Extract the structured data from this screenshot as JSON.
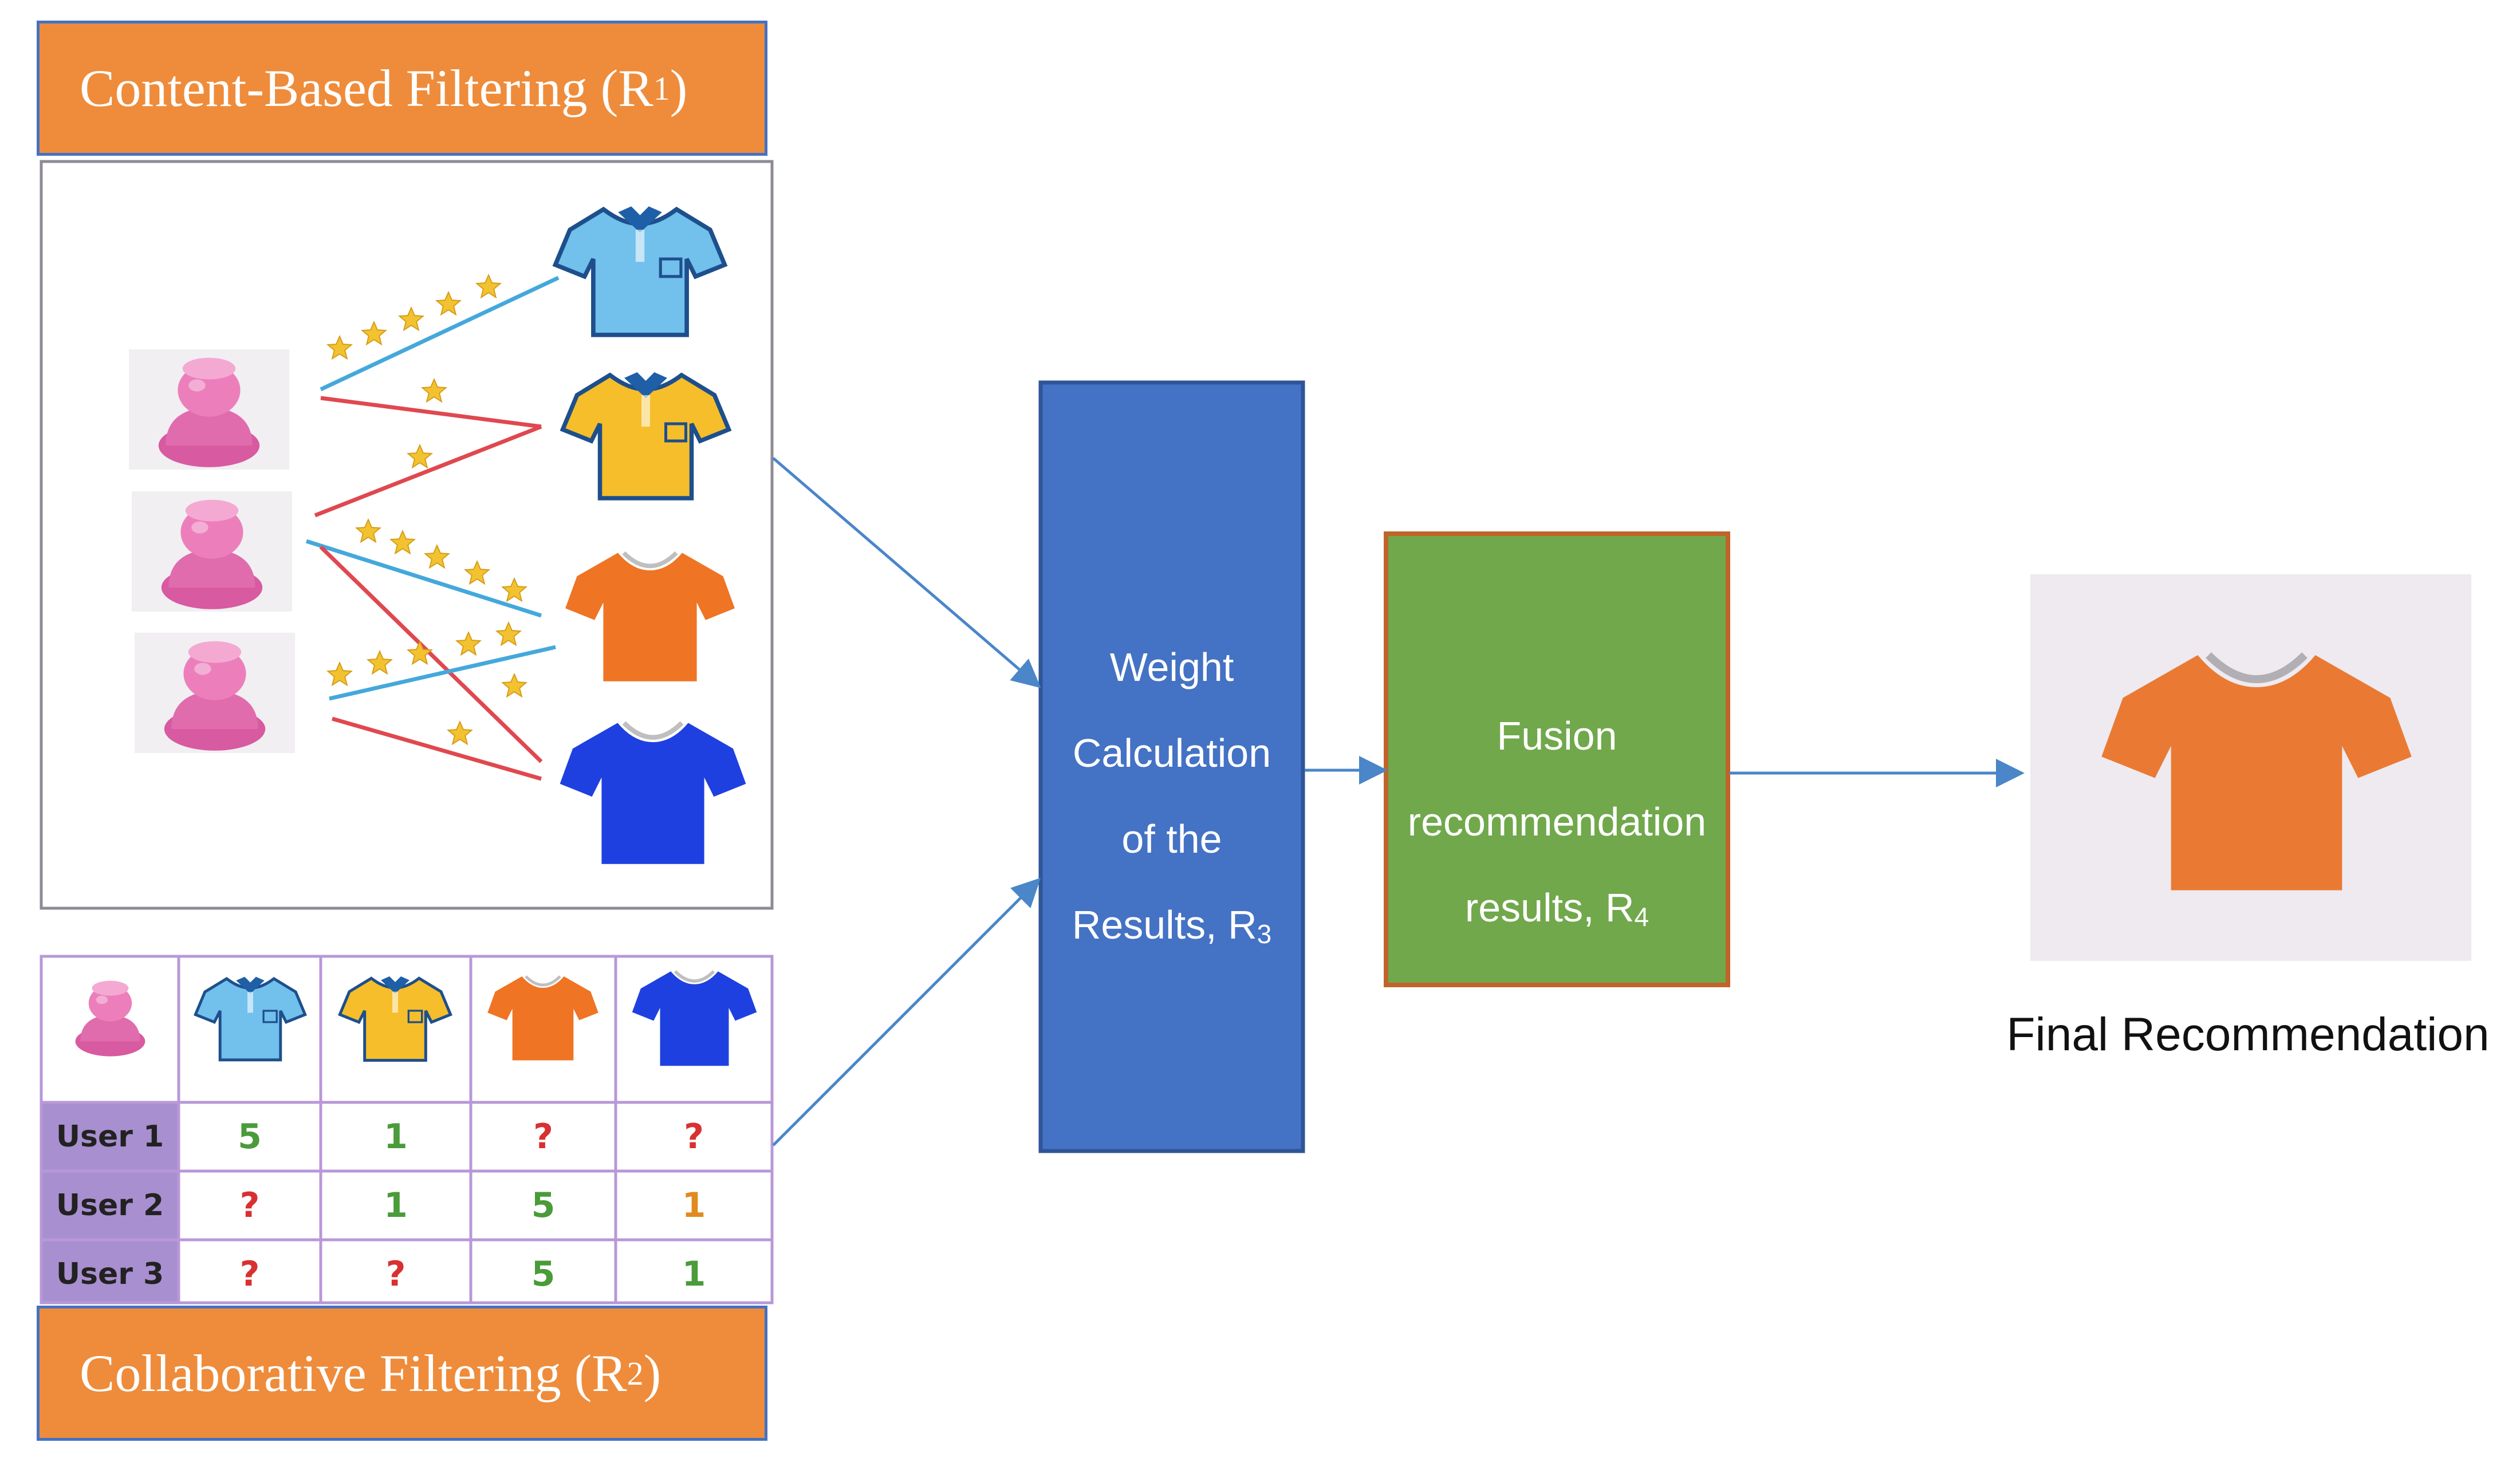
{
  "content_based": {
    "title": "Content-Based Filtering (R",
    "sub": "1",
    "close": ")"
  },
  "collaborative": {
    "title": "Collaborative Filtering (R",
    "sub": "2",
    "close": ")"
  },
  "weight_box": {
    "lines": [
      "Weight",
      "Calculation",
      "of the",
      "Results, R"
    ],
    "sub": "3"
  },
  "fusion_box": {
    "lines": [
      "Fusion",
      "recommendation",
      "results, R"
    ],
    "sub": "4"
  },
  "final_label": "Final Recommendation",
  "matrix": {
    "rows": [
      {
        "user": "User 1",
        "ratings": [
          "5",
          "1",
          "?",
          "?"
        ]
      },
      {
        "user": "User 2",
        "ratings": [
          "?",
          "1",
          "5",
          "1"
        ]
      },
      {
        "user": "User 3",
        "ratings": [
          "?",
          "?",
          "5",
          "1"
        ]
      }
    ]
  },
  "colors": {
    "orange_header": "#ee8c3b",
    "weight_box": "#4472c4",
    "fusion_box": "#70a84b",
    "user_label_bg": "#a88fd0",
    "rating_green": "#4a9b3a",
    "rating_red": "#d93030",
    "rating_orange": "#e08a20"
  },
  "icons": [
    "user-icon",
    "light-blue-polo-shirt",
    "yellow-polo-shirt",
    "orange-tshirt",
    "blue-tshirt",
    "star-icon"
  ]
}
